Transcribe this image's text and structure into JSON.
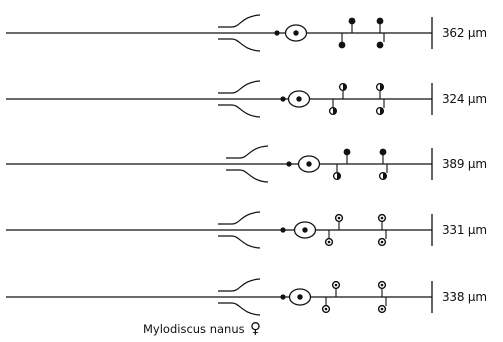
{
  "caption": {
    "species": "Mylodiscus nanus",
    "sex_symbol": "♀"
  },
  "rows": [
    {
      "length_label": "362 µm",
      "papilla_top": "solid",
      "papilla_bottom": "solid"
    },
    {
      "length_label": "324 µm",
      "papilla_top": "half",
      "papilla_bottom": "half"
    },
    {
      "length_label": "389 µm",
      "papilla_top": "solid",
      "papilla_bottom": "half"
    },
    {
      "length_label": "331 µm",
      "papilla_top": "ring",
      "papilla_bottom": "ring"
    },
    {
      "length_label": "338 µm",
      "papilla_top": "ring",
      "papilla_bottom": "ring"
    }
  ]
}
